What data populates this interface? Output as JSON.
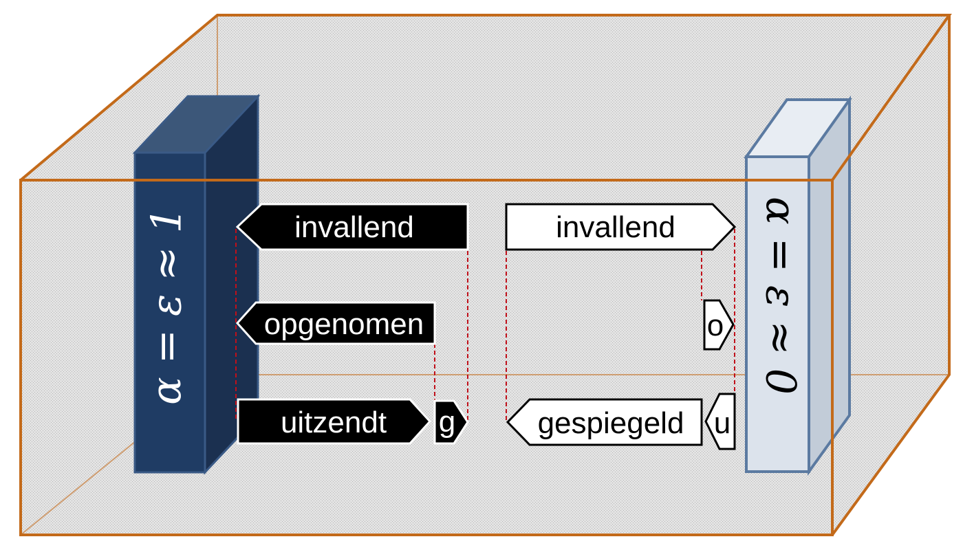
{
  "colors": {
    "box_edge": "#c36a1a",
    "box_fill": "#d9d9d9",
    "dark_plate_front": "#1f3c64",
    "dark_plate_side": "#1b3050",
    "dark_plate_top": "#3c5779",
    "light_plate_front": "#dce3ec",
    "light_plate_side": "#c2ccd8",
    "light_plate_top": "#e8edf3",
    "light_plate_edge": "#5b7aa1",
    "guide_line": "#c0101a"
  },
  "left_plate": {
    "formula": "α = ε ≈ 1"
  },
  "right_plate": {
    "formula": "α = ε ≈ 0"
  },
  "left_arrows": {
    "incident": "invallend",
    "absorbed": "opgenomen",
    "emitted": "uitzendt",
    "emitted_tag": "g"
  },
  "right_arrows": {
    "incident": "invallend",
    "incident_tag": "o",
    "reflected": "gespiegeld",
    "reflected_tag": "u"
  }
}
